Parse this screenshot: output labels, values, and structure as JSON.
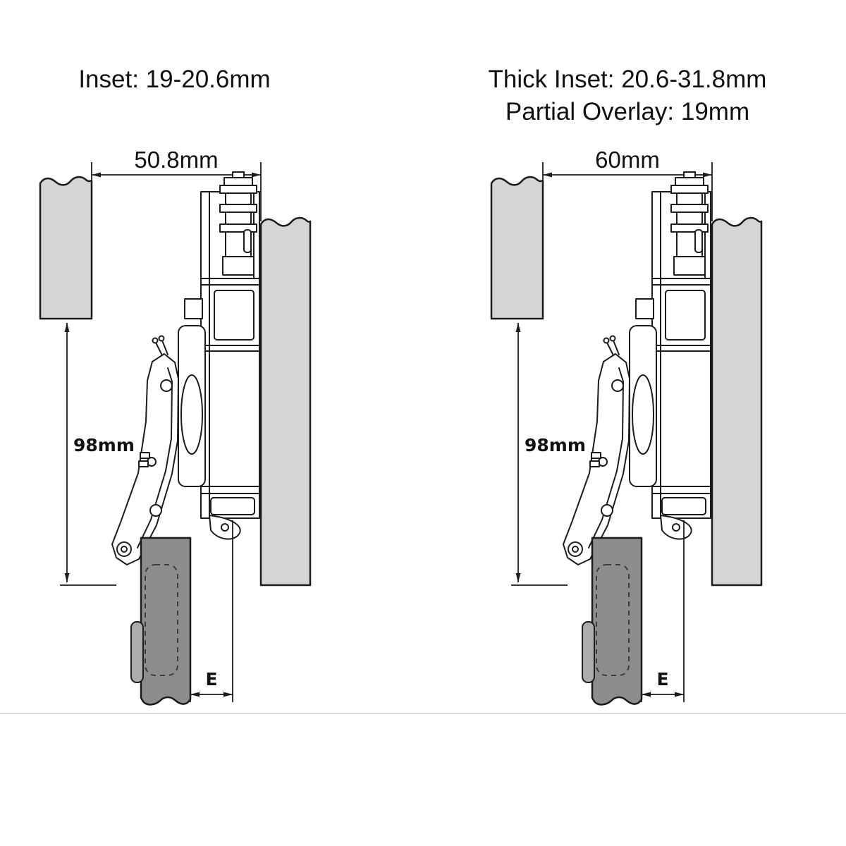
{
  "diagrams": {
    "left": {
      "title": "Inset: 19-20.6mm",
      "top_dimension": "50.8mm",
      "height_dimension": "98mm",
      "offset_dimension": "E"
    },
    "right": {
      "title_line1": "Thick Inset: 20.6-31.8mm",
      "title_line2": "Partial Overlay: 19mm",
      "top_dimension": "60mm",
      "height_dimension": "98mm",
      "offset_dimension": "E"
    }
  },
  "colors": {
    "line": "#1c1c1c",
    "panel_fill": "#d5d5d5",
    "door_fill": "#8d8d8d",
    "tab_fill": "#adadad",
    "ground_line": "#d9d9d9",
    "background": "#ffffff"
  }
}
